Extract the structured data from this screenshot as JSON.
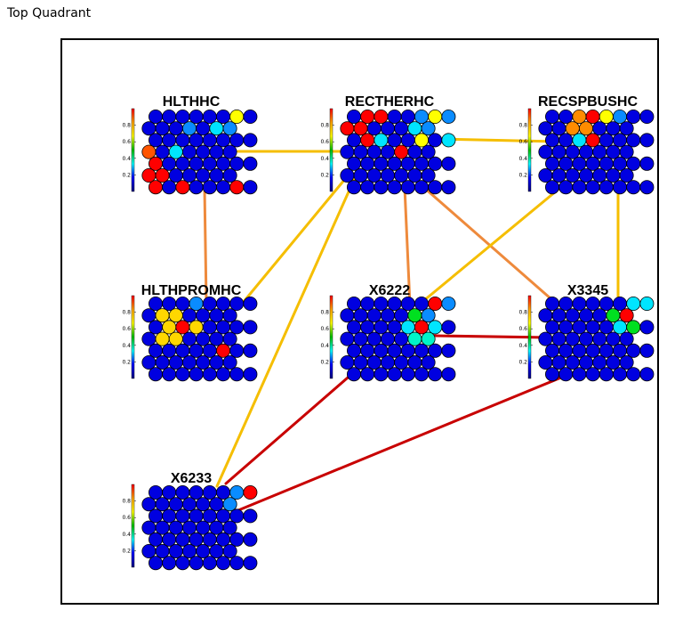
{
  "header": {
    "title": "Top Quadrant"
  },
  "colorbar": {
    "ticks": [
      "0.8",
      "0.6",
      "0.4",
      "0.2"
    ],
    "gradient": [
      "#ff0000",
      "#ffa500",
      "#ffff00",
      "#00c000",
      "#00ffff",
      "#0000ff",
      "#000080"
    ]
  },
  "colors": {
    "base": "#0000e0",
    "red": "#ff0000",
    "orange_red": "#ff5500",
    "orange": "#ff8c00",
    "yellow": "#ffff00",
    "gold": "#ffd700",
    "cyan": "#00e5ff",
    "sky": "#0a8cff",
    "green": "#00e020",
    "teal": "#00f5c8",
    "edge_yellow": "#f5be00",
    "edge_orange": "#ee8a3c",
    "edge_red": "#c80000"
  },
  "nodes": [
    {
      "id": "HLTHHC",
      "label": "HLTHHC",
      "rows": 7,
      "cells": [
        [
          0,
          6,
          "yellow"
        ],
        [
          1,
          3,
          "sky"
        ],
        [
          1,
          5,
          "cyan"
        ],
        [
          1,
          6,
          "sky"
        ],
        [
          3,
          0,
          "orange_red"
        ],
        [
          3,
          2,
          "cyan"
        ],
        [
          4,
          0,
          "red"
        ],
        [
          5,
          0,
          "red"
        ],
        [
          5,
          1,
          "red"
        ],
        [
          6,
          0,
          "red"
        ],
        [
          6,
          2,
          "red"
        ],
        [
          6,
          6,
          "red"
        ]
      ]
    },
    {
      "id": "RECTHERHC",
      "label": "RECTHERHC",
      "rows": 7,
      "cells": [
        [
          0,
          1,
          "red"
        ],
        [
          0,
          2,
          "red"
        ],
        [
          0,
          5,
          "sky"
        ],
        [
          0,
          6,
          "yellow"
        ],
        [
          0,
          7,
          "sky"
        ],
        [
          1,
          0,
          "red"
        ],
        [
          1,
          1,
          "red"
        ],
        [
          1,
          5,
          "cyan"
        ],
        [
          1,
          6,
          "sky"
        ],
        [
          2,
          1,
          "red"
        ],
        [
          2,
          2,
          "cyan"
        ],
        [
          2,
          5,
          "yellow"
        ],
        [
          2,
          7,
          "cyan"
        ],
        [
          3,
          4,
          "red"
        ]
      ]
    },
    {
      "id": "RECSPBUSHC",
      "label": "RECSPBUSHC",
      "rows": 7,
      "cells": [
        [
          0,
          2,
          "orange"
        ],
        [
          0,
          3,
          "red"
        ],
        [
          0,
          4,
          "yellow"
        ],
        [
          0,
          5,
          "sky"
        ],
        [
          1,
          2,
          "orange"
        ],
        [
          1,
          3,
          "orange"
        ],
        [
          2,
          2,
          "cyan"
        ],
        [
          2,
          3,
          "red"
        ]
      ]
    },
    {
      "id": "HLTHPROMHC",
      "label": "HLTHPROMHC",
      "rows": 7,
      "cells": [
        [
          0,
          3,
          "sky"
        ],
        [
          1,
          1,
          "gold"
        ],
        [
          1,
          2,
          "gold"
        ],
        [
          2,
          1,
          "gold"
        ],
        [
          2,
          2,
          "red"
        ],
        [
          2,
          3,
          "gold"
        ],
        [
          3,
          1,
          "gold"
        ],
        [
          3,
          2,
          "gold"
        ],
        [
          4,
          5,
          "red"
        ]
      ]
    },
    {
      "id": "X6222",
      "label": "X6222",
      "rows": 7,
      "cells": [
        [
          0,
          6,
          "red"
        ],
        [
          0,
          7,
          "sky"
        ],
        [
          1,
          5,
          "green"
        ],
        [
          1,
          6,
          "sky"
        ],
        [
          2,
          4,
          "cyan"
        ],
        [
          2,
          5,
          "red"
        ],
        [
          2,
          6,
          "cyan"
        ],
        [
          3,
          5,
          "teal"
        ],
        [
          3,
          6,
          "teal"
        ]
      ]
    },
    {
      "id": "X3345",
      "label": "X3345",
      "rows": 7,
      "cells": [
        [
          0,
          6,
          "cyan"
        ],
        [
          0,
          7,
          "cyan"
        ],
        [
          1,
          5,
          "green"
        ],
        [
          1,
          6,
          "red"
        ],
        [
          2,
          5,
          "cyan"
        ],
        [
          2,
          6,
          "green"
        ]
      ]
    },
    {
      "id": "X6233",
      "label": "X6233",
      "rows": 7,
      "cells": [
        [
          0,
          6,
          "sky"
        ],
        [
          0,
          7,
          "red"
        ],
        [
          1,
          6,
          "sky"
        ]
      ]
    }
  ],
  "edges": [
    {
      "from": "HLTHHC",
      "to": "RECTHERHC",
      "color": "edge_yellow"
    },
    {
      "from": "HLTHHC",
      "to": "HLTHPROMHC",
      "color": "edge_orange"
    },
    {
      "from": "RECTHERHC",
      "to": "RECSPBUSHC",
      "color": "edge_yellow"
    },
    {
      "from": "RECTHERHC",
      "to": "HLTHPROMHC",
      "color": "edge_yellow"
    },
    {
      "from": "RECTHERHC",
      "to": "X6233",
      "color": "edge_yellow"
    },
    {
      "from": "RECTHERHC",
      "to": "X6222",
      "color": "edge_orange"
    },
    {
      "from": "RECTHERHC",
      "to": "X3345",
      "color": "edge_orange"
    },
    {
      "from": "RECSPBUSHC",
      "to": "X6222",
      "color": "edge_yellow"
    },
    {
      "from": "RECSPBUSHC",
      "to": "X3345",
      "color": "edge_yellow"
    },
    {
      "from": "X6222",
      "to": "X3345",
      "color": "edge_red"
    },
    {
      "from": "X6222",
      "to": "X6233",
      "color": "edge_red"
    },
    {
      "from": "X3345",
      "to": "X6233",
      "color": "edge_red"
    }
  ]
}
